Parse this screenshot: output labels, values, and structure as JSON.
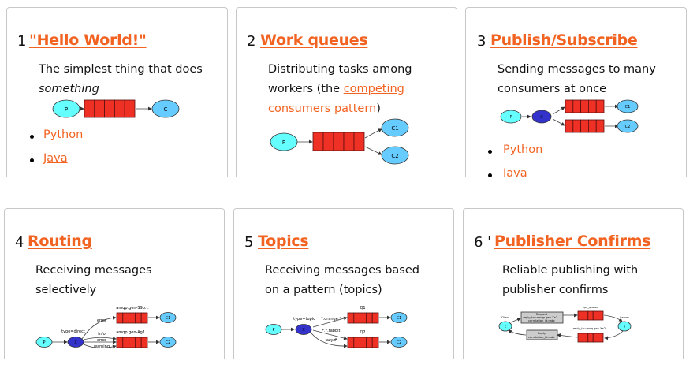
{
  "colors": {
    "accent": "#f26322",
    "queue": "#ee3124",
    "producer": "#66ffff",
    "exchange": "#3333cc",
    "consumer": "#66ccff"
  },
  "tutorials": [
    {
      "number": "1",
      "title": "\"Hello World!\"",
      "desc_line1": "The simplest thing that does",
      "desc_line2": "something",
      "diagram": {
        "producer": "P",
        "consumer": "C"
      },
      "links": [
        "Python",
        "Java"
      ]
    },
    {
      "number": "2",
      "title": "Work queues",
      "desc_line1": "Distributing tasks among",
      "desc_line2_prefix": "workers (the ",
      "desc_link_a": "competing",
      "desc_link_b": "consumers pattern",
      "desc_suffix": ")",
      "diagram": {
        "producer": "P",
        "consumer1": "C1",
        "consumer2": "C2"
      }
    },
    {
      "number": "3",
      "title": "Publish/Subscribe",
      "desc_line1": "Sending messages to many",
      "desc_line2": "consumers at once",
      "diagram": {
        "producer": "P",
        "exchange": "X",
        "consumer1": "C1",
        "consumer2": "C2"
      },
      "links": [
        "Python",
        "Java"
      ]
    },
    {
      "number": "4",
      "title": "Routing",
      "desc_line1": "Receiving messages",
      "desc_line2": "selectively",
      "diagram": {
        "producer": "P",
        "exchange": "X",
        "exchange_type": "type=direct",
        "queue1": "amqp.gen-S9b...",
        "queue2": "amqp.gen-Ag1...",
        "binding1": "error",
        "binding2": "info",
        "binding3": "error",
        "binding4": "warning",
        "consumer1": "C1",
        "consumer2": "C2"
      }
    },
    {
      "number": "5",
      "title": "Topics",
      "desc_line1": "Receiving messages based",
      "desc_line2": "on a pattern (topics)",
      "diagram": {
        "producer": "P",
        "exchange": "X",
        "exchange_type": "type=topic",
        "queue1": "Q1",
        "queue2": "Q2",
        "binding1": "*.orange.*",
        "binding2": "*.*.rabbit",
        "binding3": "lazy.#",
        "consumer1": "C1",
        "consumer2": "C2"
      }
    },
    {
      "number": "6 '",
      "title": "Publisher Confirms",
      "desc_line1": "Reliable publishing with",
      "desc_line2": "publisher confirms",
      "diagram": {
        "client_label": "Client",
        "client": "C",
        "server_label": "Server",
        "server": "S",
        "request_line1": "Request",
        "request_line2": "reply_to=amqp.gen-Xa2...",
        "request_line3": "correlation_id=abc",
        "reply_line1": "Reply",
        "reply_line2": "correlation_id=abc",
        "rpc_queue": "rpc_queue",
        "reply_queue": "reply_to=amq.gen-Xa2..."
      }
    }
  ]
}
